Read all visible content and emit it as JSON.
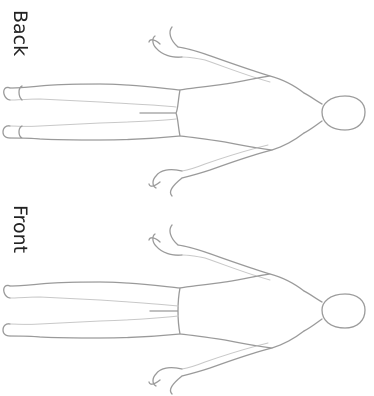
{
  "labels": {
    "back": "Back",
    "front": "Front"
  },
  "colors": {
    "outline": "#9a9a9a",
    "outline_light": "#c8c8c8",
    "label_text": "#222222",
    "background": "#ffffff"
  },
  "figures": [
    {
      "view": "back",
      "icon": "body-outline-back"
    },
    {
      "view": "front",
      "icon": "body-outline-front"
    }
  ]
}
